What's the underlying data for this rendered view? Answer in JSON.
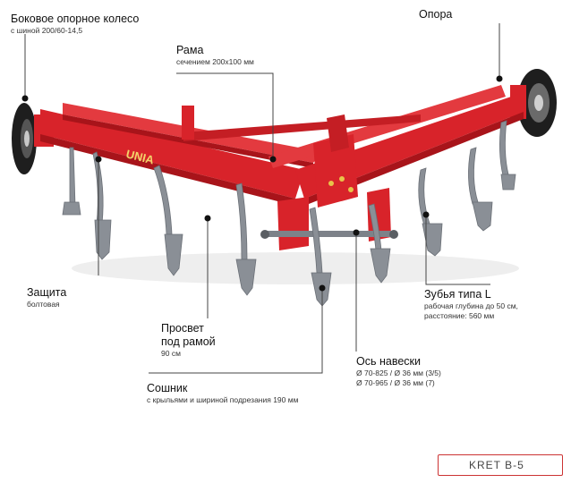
{
  "labels": {
    "side_wheel": {
      "title": "Боковое опорное колесо",
      "sub": "с шиной 200/60-14,5"
    },
    "support": {
      "title": "Опора"
    },
    "frame": {
      "title": "Рама",
      "sub": "сечением 200x100 мм"
    },
    "protection": {
      "title": "Защита",
      "sub": "болтовая"
    },
    "tines": {
      "title": "Зубья типа L",
      "sub1": "рабочая глубина до 50 см,",
      "sub2": "расстояние: 560 мм"
    },
    "clearance": {
      "title1": "Просвет",
      "title2": "под рамой",
      "sub": "90 см"
    },
    "hitch_axle": {
      "title": "Ось навески",
      "sub1": "Ø 70-825 / Ø 36 мм (3/5)",
      "sub2": "Ø 70-965 / Ø 36 мм (7)"
    },
    "share": {
      "title": "Сошник",
      "sub": "с крыльями и шириной подрезания 190 мм"
    }
  },
  "model_badge": "KRET B-5",
  "frame_brand": "UNIA",
  "colors": {
    "frame_red": "#d8232a",
    "frame_dark": "#a8141a",
    "steel": "#8a8f96",
    "tire": "#1e1e1e",
    "leader": "#444444"
  }
}
